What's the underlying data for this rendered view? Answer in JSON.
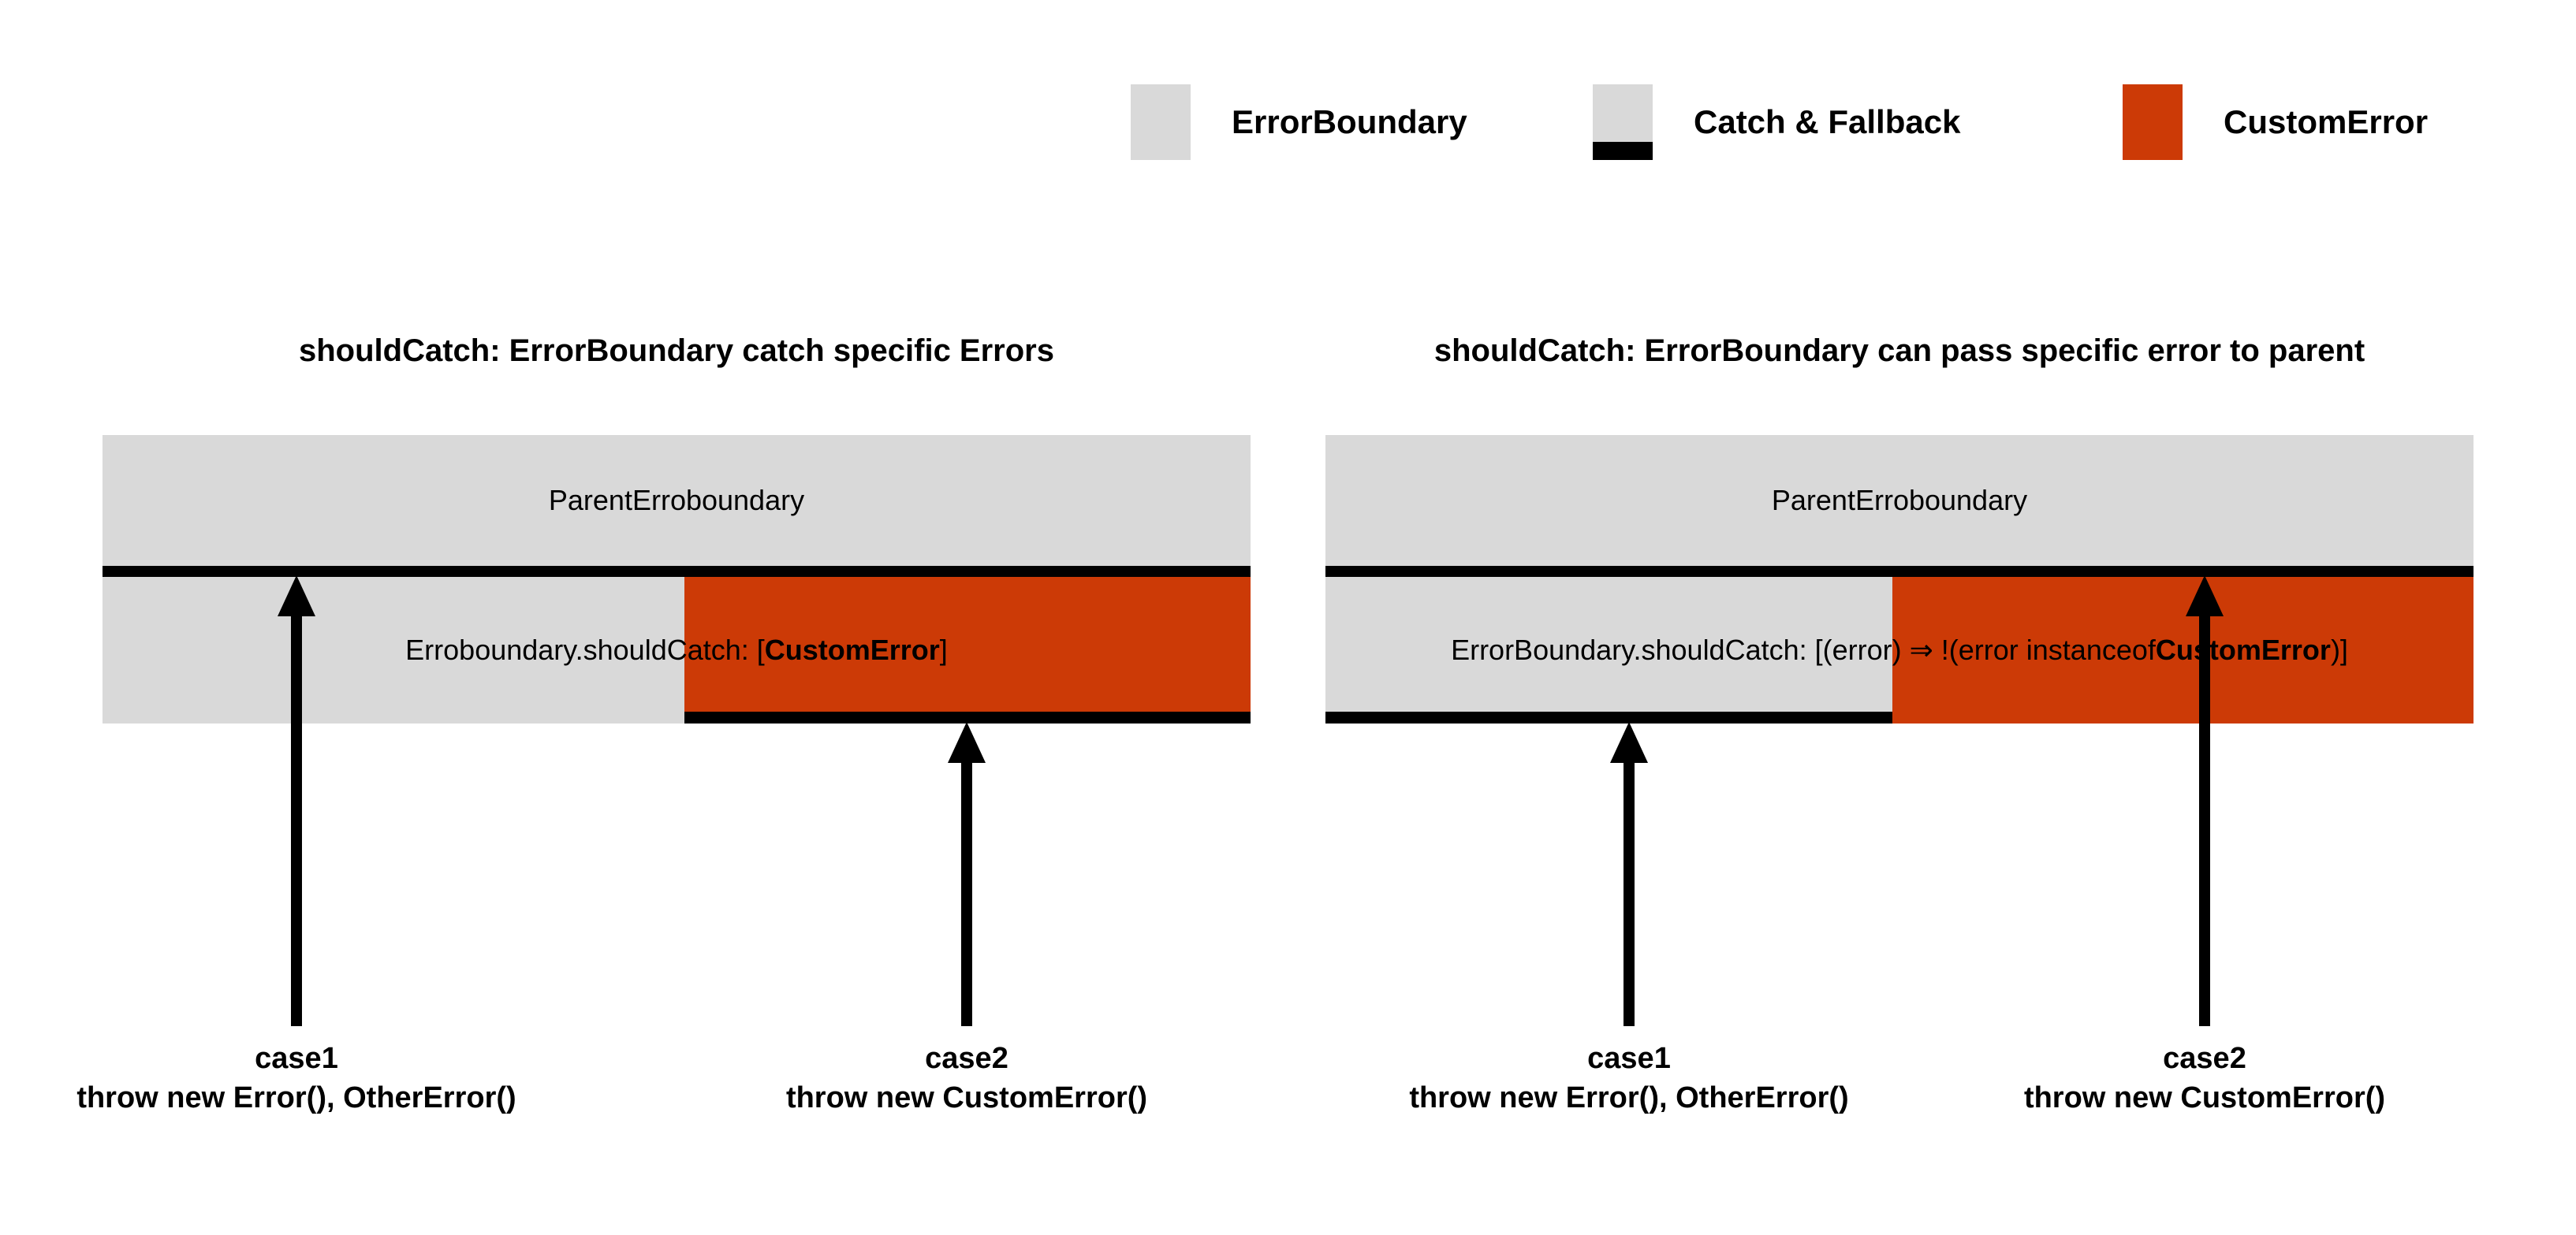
{
  "legend": {
    "items": [
      {
        "label": "ErrorBoundary",
        "swatch": "gray",
        "icon": "gray-square-swatch"
      },
      {
        "label": "Catch & Fallback",
        "swatch": "gray-bar",
        "icon": "gray-square-with-black-bottom-bar-swatch"
      },
      {
        "label": "CustomError",
        "swatch": "orange",
        "icon": "orange-square-swatch"
      }
    ]
  },
  "colors": {
    "gray": "#d9d9d9",
    "orange": "#cc3a06",
    "black": "#000000",
    "background": "#ffffff"
  },
  "diagrams": [
    {
      "title": "shouldCatch: ErrorBoundary catch specific Errors",
      "parent_label": "ParentErroboundary",
      "child_label_prefix": "Erroboundary.shouldCatch: [",
      "child_label_bold": "CustomError",
      "child_label_suffix": "]",
      "arrows": [
        {
          "name": "case1-arrow",
          "caption_line1": "case1",
          "caption_line2": "throw new Error(), OtherError()"
        },
        {
          "name": "case2-arrow",
          "caption_line1": "case2",
          "caption_line2": "throw new CustomError()"
        }
      ]
    },
    {
      "title": "shouldCatch: ErrorBoundary can pass specific error to parent",
      "parent_label": "ParentErroboundary",
      "child_label_prefix": "ErrorBoundary.shouldCatch: [(error) ⇒ !(error instanceof ",
      "child_label_bold": "CustomError",
      "child_label_suffix": ")]",
      "arrows": [
        {
          "name": "case1-arrow",
          "caption_line1": "case1",
          "caption_line2": "throw new Error(), OtherError()"
        },
        {
          "name": "case2-arrow",
          "caption_line1": "case2",
          "caption_line2": "throw new CustomError()"
        }
      ]
    }
  ]
}
